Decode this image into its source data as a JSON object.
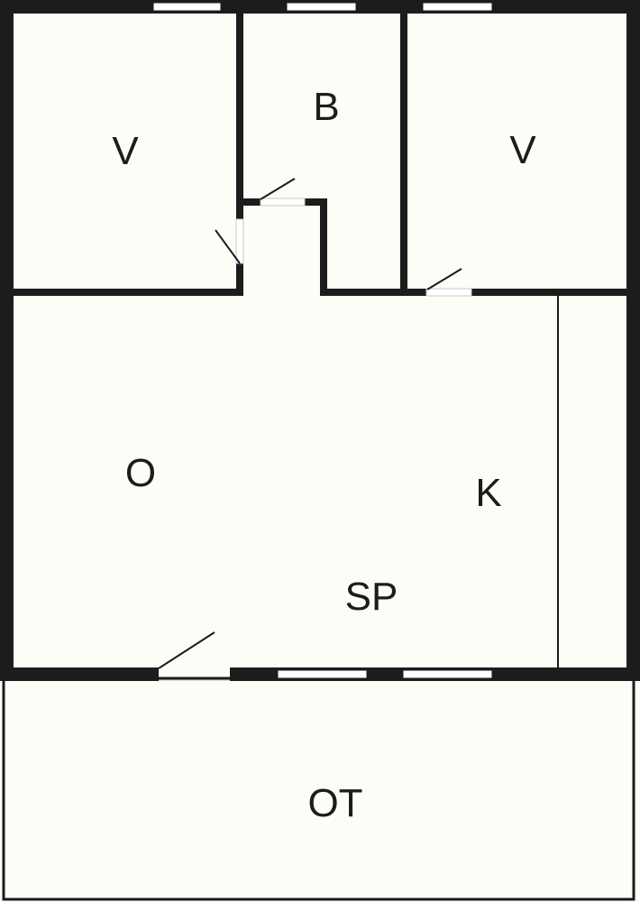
{
  "floorplan": {
    "colors": {
      "background": "#fdfdf8",
      "wall": "#1c1c1c",
      "window_fill": "#ffffff"
    },
    "rooms": [
      {
        "id": "bedroom-left",
        "label": "V"
      },
      {
        "id": "bathroom",
        "label": "B"
      },
      {
        "id": "bedroom-right",
        "label": "V"
      },
      {
        "id": "living-room",
        "label": "O"
      },
      {
        "id": "kitchen",
        "label": "K"
      },
      {
        "id": "dining-area",
        "label": "SP"
      },
      {
        "id": "terrace",
        "label": "OT"
      }
    ]
  }
}
